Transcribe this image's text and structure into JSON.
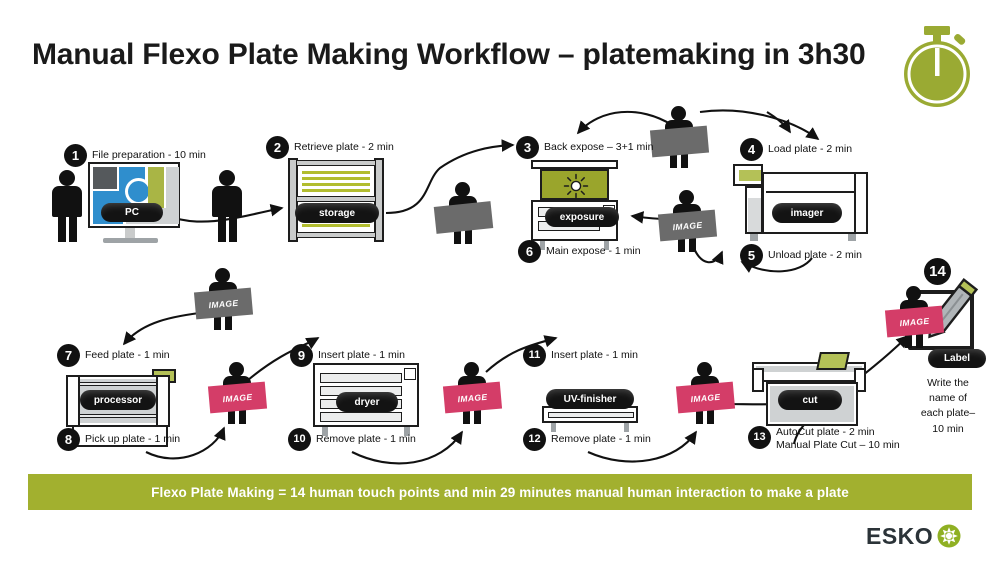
{
  "header": {
    "title": "Manual Flexo Plate Making Workflow – platemaking in 3h30",
    "stopwatch_icon": "stopwatch-icon",
    "accent_color": "#9aaa33"
  },
  "colors": {
    "olive": "#a2b02f",
    "olive_dark": "#9aaa33",
    "pink": "#d43d68",
    "gray_plate": "#6b6b6b",
    "black": "#131313",
    "blue": "#2f8ecd"
  },
  "steps": [
    {
      "num": "1",
      "label": "File preparation - 10 min",
      "machine": "PC"
    },
    {
      "num": "2",
      "label": "Retrieve plate - 2 min",
      "machine": "storage"
    },
    {
      "num": "3",
      "label": "Back expose – 3+1 min",
      "machine": "exposure"
    },
    {
      "num": "4",
      "label": "Load plate - 2 min",
      "machine": "imager"
    },
    {
      "num": "5",
      "label": "Unload  plate - 2 min",
      "machine": "imager"
    },
    {
      "num": "6",
      "label": "Main expose - 1 min",
      "machine": "exposure"
    },
    {
      "num": "7",
      "label": "Feed plate - 1 min",
      "machine": "processor"
    },
    {
      "num": "8",
      "label": "Pick up plate - 1 min",
      "machine": "processor"
    },
    {
      "num": "9",
      "label": "Insert plate - 1 min",
      "machine": "dryer"
    },
    {
      "num": "10",
      "label": "Remove plate - 1 min",
      "machine": "dryer"
    },
    {
      "num": "11",
      "label": "Insert plate - 1 min",
      "machine": "UV-finisher"
    },
    {
      "num": "12",
      "label": "Remove plate - 1 min",
      "machine": "UV-finisher"
    },
    {
      "num": "13",
      "label": "AutoCut plate - 2 min",
      "label2": "Manual Plate Cut – 10 min",
      "machine": "cut"
    },
    {
      "num": "14",
      "label": "",
      "machine": "Label"
    }
  ],
  "machines": {
    "pc": "PC",
    "storage": "storage",
    "exposure": "exposure",
    "imager": "imager",
    "processor": "processor",
    "dryer": "dryer",
    "uv_finisher": "UV-finisher",
    "cut": "cut",
    "label": "Label"
  },
  "image_plates": {
    "caption": "IMAGE"
  },
  "step14_note": "Write the\nname of\neach plate–\n10 min",
  "footer": {
    "banner_text": "Flexo Plate Making = 14 human touch points and min 29 minutes manual  human interaction to make a plate",
    "logo_word": "ESKO"
  }
}
